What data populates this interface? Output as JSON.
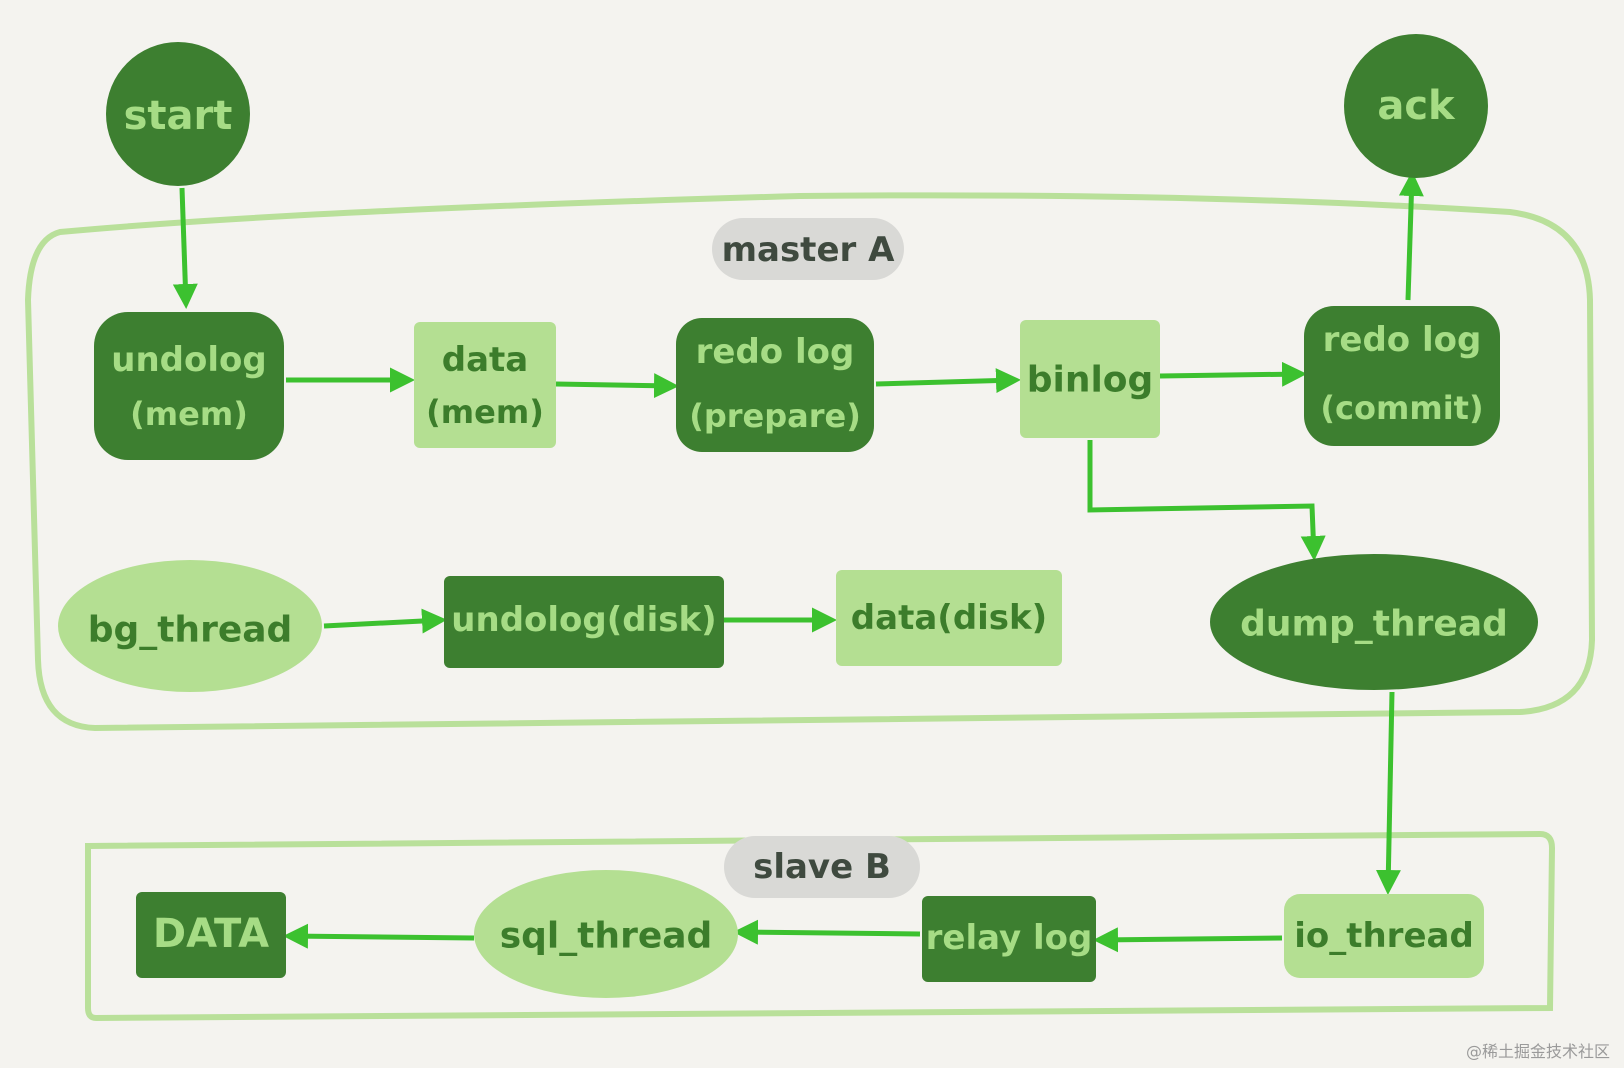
{
  "colors": {
    "dark_node": "#3d7f30",
    "light_node": "#b4df92",
    "arrow": "#3cc12f",
    "group_border": "#b9e09a",
    "tag_bg": "#d9d9d6"
  },
  "nodes": {
    "start": "start",
    "ack": "ack",
    "undolog_mem_line1": "undolog",
    "undolog_mem_line2": "(mem)",
    "data_mem_line1": "data",
    "data_mem_line2": "(mem)",
    "redo_prepare_line1": "redo log",
    "redo_prepare_line2": "(prepare)",
    "binlog": "binlog",
    "redo_commit_line1": "redo log",
    "redo_commit_line2": "(commit)",
    "bg_thread": "bg_thread",
    "undolog_disk": "undolog(disk)",
    "data_disk": "data(disk)",
    "dump_thread": "dump_thread",
    "data_slave": "DATA",
    "sql_thread": "sql_thread",
    "relay_log": "relay log",
    "io_thread": "io_thread"
  },
  "groups": {
    "master": "master A",
    "slave": "slave B"
  },
  "watermark": "@稀土掘金技术社区"
}
